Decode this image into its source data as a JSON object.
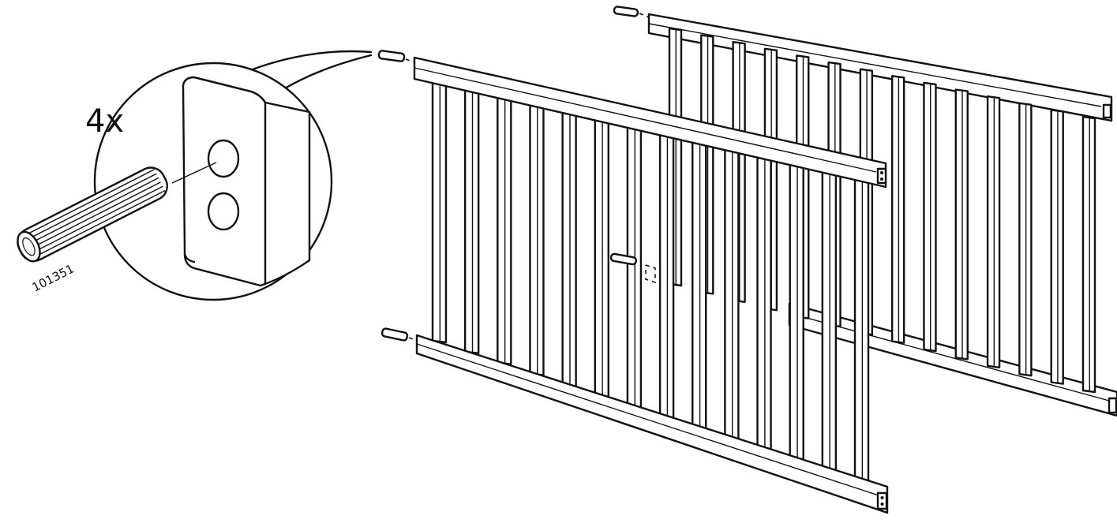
{
  "detail": {
    "quantity_label": "4x",
    "part_number": "101351"
  },
  "colors": {
    "line": "#111111",
    "background": "#ffffff"
  },
  "icons": {
    "dowel": "wooden-dowel-icon",
    "rail_end": "rail-end-block-icon",
    "magnifier": "detail-callout-circle"
  }
}
